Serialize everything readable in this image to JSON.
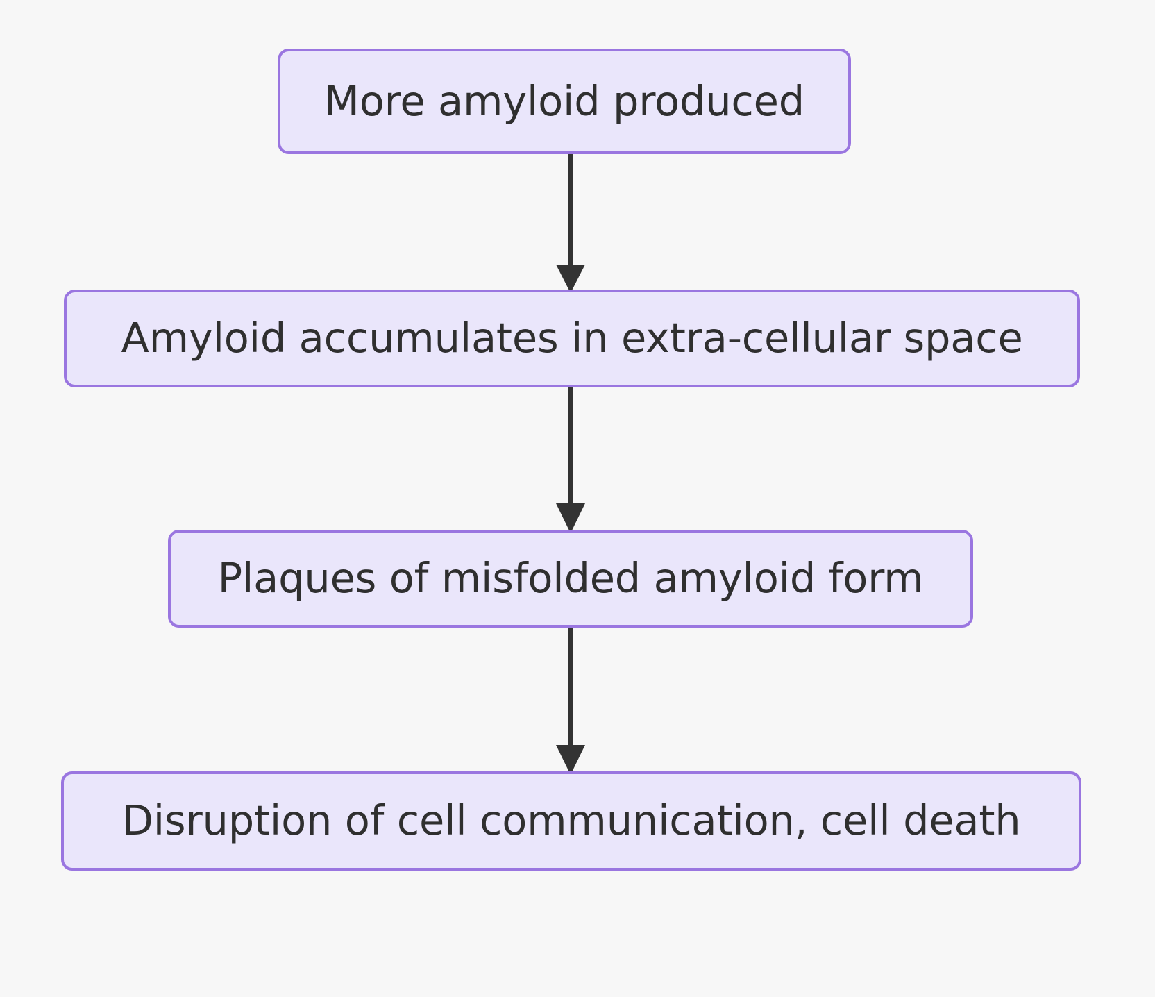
{
  "diagram": {
    "title": "Amyloid cascade flowchart",
    "background_color": "#f7f7f7",
    "node_fill_color": "#eae6fb",
    "node_border_color": "#9a76e0",
    "node_text_color": "#2f2f2f",
    "edge_color": "#333333",
    "orientation": "top-to-bottom",
    "nodes": [
      {
        "id": "n1",
        "label": "More amyloid produced"
      },
      {
        "id": "n2",
        "label": "Amyloid accumulates in extra-cellular space"
      },
      {
        "id": "n3",
        "label": "Plaques of misfolded amyloid form"
      },
      {
        "id": "n4",
        "label": "Disruption of cell communication, cell death"
      }
    ],
    "edges": [
      {
        "id": "e1",
        "from": "n1",
        "to": "n2",
        "label": ""
      },
      {
        "id": "e2",
        "from": "n2",
        "to": "n3",
        "label": ""
      },
      {
        "id": "e3",
        "from": "n3",
        "to": "n4",
        "label": ""
      }
    ]
  }
}
